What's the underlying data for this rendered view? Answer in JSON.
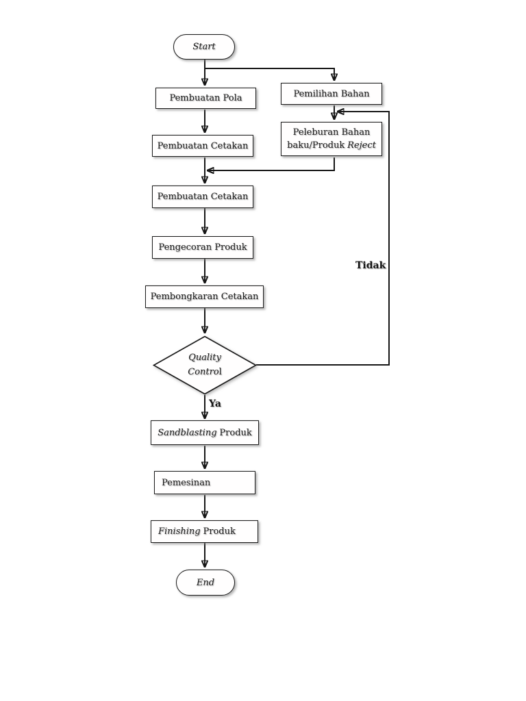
{
  "diagram": {
    "type": "flowchart",
    "language": "Indonesian",
    "colors": {
      "background": "#ffffff",
      "node_fill": "#fffefe",
      "stroke": "#1c1c1c",
      "text": "#1a1a1a"
    },
    "nodes": {
      "start": {
        "shape": "terminator",
        "label": "Start"
      },
      "pembuatan_pola": {
        "shape": "process",
        "label": "Pembuatan Pola"
      },
      "pemilihan_bahan": {
        "shape": "process",
        "label": "Pemilihan Bahan"
      },
      "pembuatan_cetakan_1": {
        "shape": "process",
        "label": "Pembuatan Cetakan"
      },
      "peleburan_bahan": {
        "shape": "process",
        "line1": "Peleburan Bahan",
        "line2_regular": "baku/Produk",
        "line2_italic": "Reject"
      },
      "pembuatan_cetakan_2": {
        "shape": "process",
        "label": "Pembuatan Cetakan"
      },
      "pengecoran_produk": {
        "shape": "process",
        "label": "Pengecoran Produk"
      },
      "pembongkaran_cetakan": {
        "shape": "process",
        "label": "Pembongkaran Cetakan"
      },
      "quality_control": {
        "shape": "decision",
        "line1": "Quality",
        "line2_italic": "Contro",
        "line2_tail": "l"
      },
      "sandblasting_produk": {
        "shape": "process",
        "italic": "Sandblasting",
        "regular": "Produk"
      },
      "pemesinan": {
        "shape": "process",
        "label": "Pemesinan"
      },
      "finishing_produk": {
        "shape": "process",
        "italic": "Finishing",
        "regular": "Produk"
      },
      "end": {
        "shape": "terminator",
        "label": "End"
      }
    },
    "edge_labels": {
      "yes": "Ya",
      "no": "Tidak"
    }
  }
}
